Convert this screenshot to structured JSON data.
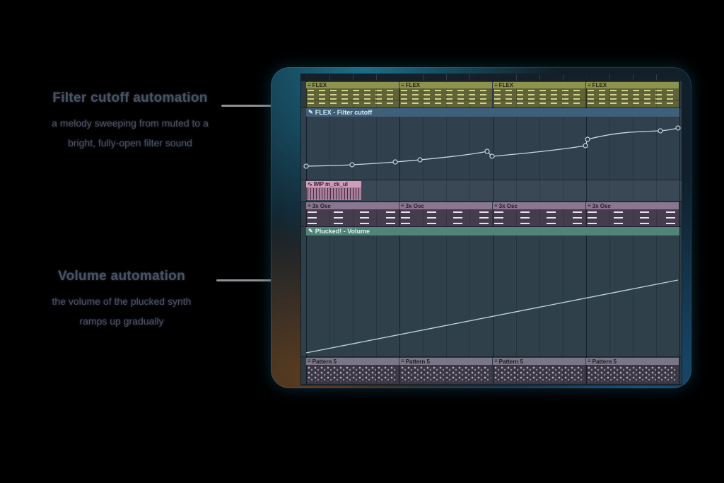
{
  "annotations": {
    "filter": {
      "title": "Filter cutoff automation",
      "line1": "a melody sweeping from muted to a",
      "line2": "bright, fully-open filter sound"
    },
    "volume": {
      "title": "Volume automation",
      "line1": "the volume of the plucked synth",
      "line2": "ramps up gradually"
    }
  },
  "playlist": {
    "flex": {
      "label": "FLEX",
      "icon": "≡"
    },
    "filter_automation": {
      "label": "FLEX - Filter cutoff",
      "icon": "✎"
    },
    "audio": {
      "label": "IMP m_ck_ul",
      "icon": "∿"
    },
    "osc": {
      "label": "3x Osc",
      "icon": "≡"
    },
    "volume_automation": {
      "label": "Plucked! - Volume",
      "icon": "✎"
    },
    "pattern": {
      "label": "Pattern 5",
      "icon": "≡"
    }
  },
  "colors": {
    "flex_clip": "#8f914f",
    "filter_automation_header": "#3f6078",
    "audio_clip": "#cf9cba",
    "osc_clip": "#8a7690",
    "volume_automation_header": "#4e8578",
    "pattern_clip": "#7b7687",
    "automation_curve": "#c9d6de",
    "pointer_line": "#8e9094"
  }
}
